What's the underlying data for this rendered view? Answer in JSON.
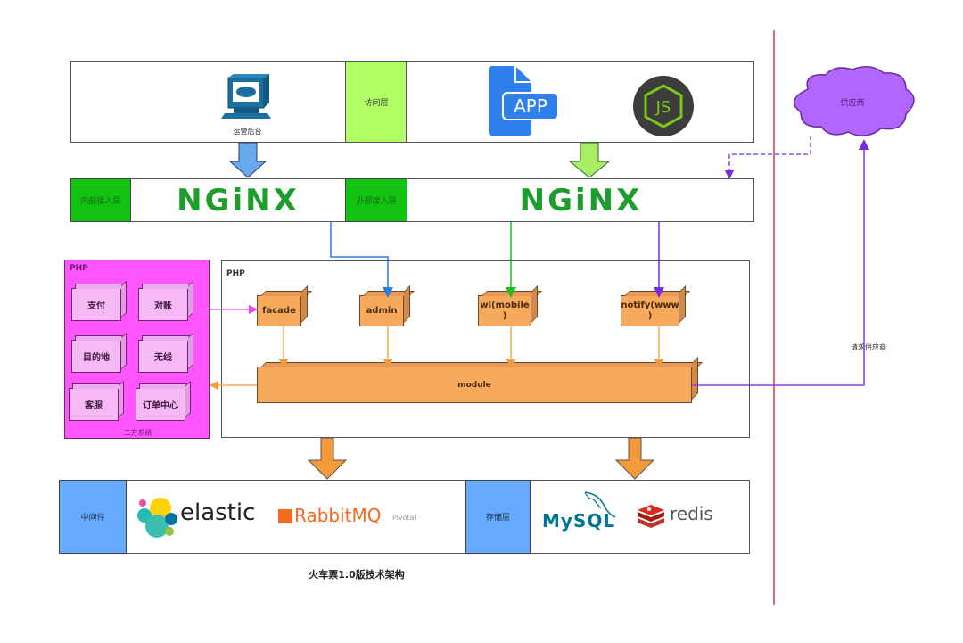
{
  "title": "火车票1.0版技术架构",
  "access_layer": {
    "label": "访问层",
    "ops_console": {
      "label": "运营后台",
      "icon": "computer-terminal-icon"
    },
    "clients": [
      {
        "name": "APP",
        "icon": "app-file-icon"
      },
      {
        "name": "JS",
        "icon": "nodejs-icon"
      }
    ]
  },
  "gateway_layer": {
    "internal": {
      "label": "内部接入层",
      "product": "NGiNX"
    },
    "external": {
      "label": "外部接入层",
      "product": "NGiNX"
    }
  },
  "supplier": {
    "label": "供应商",
    "request_label": "请求供应商"
  },
  "third_party": {
    "title": "PHP",
    "footer": "二方系统",
    "modules": [
      "支付",
      "对账",
      "目的地",
      "无线",
      "客服",
      "订单中心"
    ]
  },
  "php_app": {
    "title": "PHP",
    "entries": [
      "facade",
      "admin",
      "wl(mobile\n)",
      "notify(www\n)"
    ],
    "core": "module"
  },
  "middleware": {
    "label": "中间件",
    "products": [
      "elastic",
      "RabbitMQ",
      "Pivotal"
    ]
  },
  "storage": {
    "label": "存储层",
    "products": [
      "MySQL",
      "redis"
    ]
  },
  "colors": {
    "internal_route": "#2a7de1",
    "external_mobile": "#22bb22",
    "external_www": "#7a2ae0",
    "orange": "#f39a3a",
    "magenta": "#ff55ff",
    "divider": "#e06070"
  }
}
